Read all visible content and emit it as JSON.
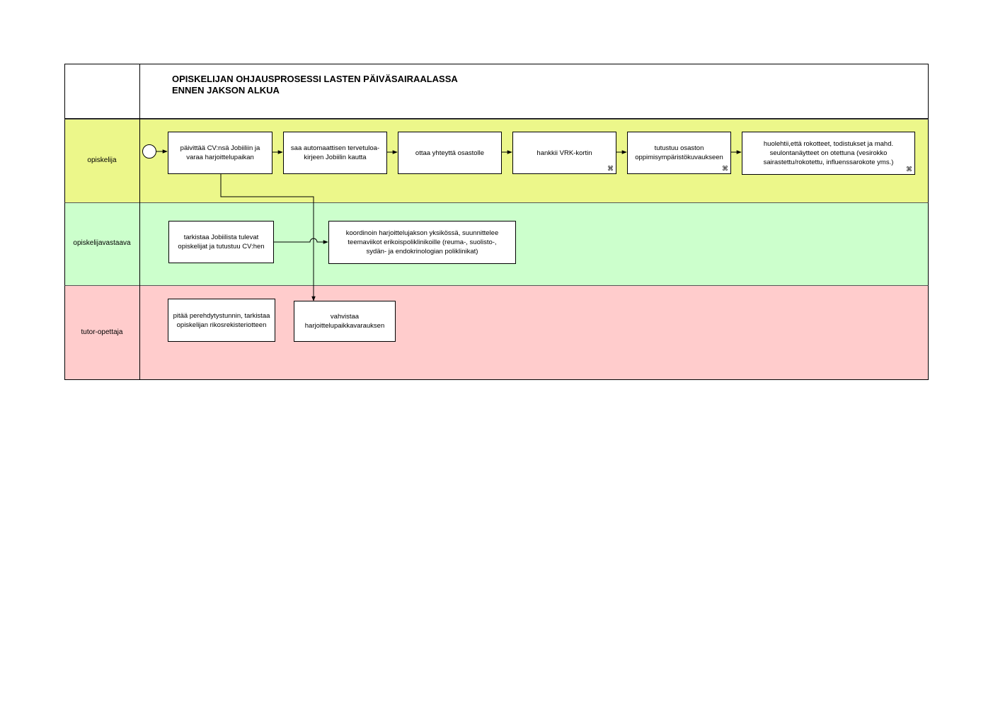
{
  "title": {
    "line1": "OPISKELIJAN OHJAUSPROSESSI LASTEN PÄIVÄSAIRAALASSA",
    "line2": "ENNEN JAKSON ALKUA"
  },
  "lanes": [
    {
      "label": "opiskelija",
      "color": "#ecf78a"
    },
    {
      "label": "opiskelijavastaava",
      "color": "#ccffcc"
    },
    {
      "label": "tutor-opettaja",
      "color": "#ffcccc"
    }
  ],
  "tasks": {
    "t1": "päivittää CV:nsä Jobiiliin ja varaa harjoittelupaikan",
    "t2": "saa automaattisen tervetuloa- kirjeen Jobiilin kautta",
    "t3": "ottaa yhteyttä osastolle",
    "t4": "hankkii VRK-kortin",
    "t5": "tutustuu osaston oppimisympäristökuvaukseen",
    "t6": "huolehtii,että rokotteet, todistukset ja mahd. seulontanäytteet on otettuna (vesirokko sairastettu/rokotettu, influenssarokote yms.)",
    "t7": "tarkistaa Jobiilista tulevat opiskelijat ja tutustuu CV:hen",
    "t8": "koordinoin harjoittelujakson yksikössä, suunnittelee teemaviikot erikoispoliklinikoille (reuma-, suolisto-, sydän- ja endokrinologian poliklinikat)",
    "t9": "pitää perehdytystunnin, tarkistaa opiskelijan rikosrekisteriotteen",
    "t10": "vahvistaa harjoittelupaikkavarauksen"
  },
  "icons": {
    "subprocess_marker": "subprocess-icon",
    "start_event": "start-event-icon"
  }
}
